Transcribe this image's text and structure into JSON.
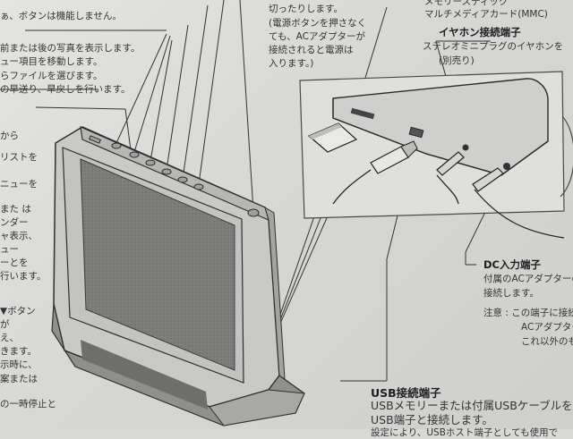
{
  "left_column": {
    "l01": "ぁ、ボタンは機能しません。",
    "l02": "前または後の写真を表示します。",
    "l03": "ュー項目を移動します。",
    "l04": "らファイルを選びます。",
    "l05": "の早送り、早戻しを行います。",
    "l06": "から",
    "l07": "リストを",
    "l08": "ニューを",
    "l09": "また は",
    "l10": "ンダー",
    "l11": "ャ表示、",
    "l12": "ュー",
    "l13": "ーとを",
    "l14": "行います。",
    "l15": "▼ボタン",
    "l16": "が",
    "l17": "え、",
    "l18": "きます。",
    "l19": "示時に、",
    "l20": "案または",
    "l21": "の一時停止と"
  },
  "power_note": {
    "l1": "切ったりします。",
    "l2": "(電源ボタンを押さなく",
    "l3": "ても、ACアダプターが",
    "l4": "接続されると電源は",
    "l5": "入ります。)"
  },
  "card_note": {
    "l1": "メモリースティック",
    "l2": "マルチメディアカード(MMC)"
  },
  "earphone": {
    "title": "イヤホン接続端子",
    "desc": "ステレオミニプラグのイヤホンを",
    "note": "(別売り)"
  },
  "dc_input": {
    "title": "DC入力端子",
    "desc1": "付属のACアダプターの",
    "desc2": "接続します。",
    "note1": "注意 : この端子に接続",
    "note2": "ACアダプター",
    "note3": "これ以外のも"
  },
  "usb": {
    "title": "USB接続端子",
    "desc1": "USBメモリーまたは付属USBケーブルを",
    "desc2": "USB端子と接続します。",
    "desc3": "設定により、USBホスト端子としても使用で"
  }
}
